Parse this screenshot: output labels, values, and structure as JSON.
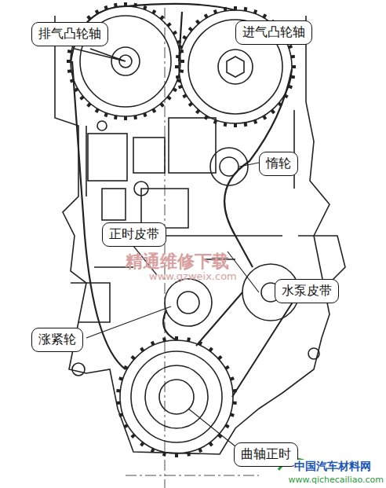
{
  "diagram": {
    "nodes": [
      {
        "text": [
          "排气凸轮轴"
        ]
      },
      {
        "text": [
          "进气凸轮轴"
        ]
      },
      {
        "text": [
          "惰轮"
        ]
      },
      {
        "text": [
          "正时皮带"
        ]
      },
      {
        "text": [
          "水泵皮带"
        ]
      },
      {
        "text": [
          "涨紧轮"
        ]
      },
      {
        "text": [
          "曲轴正时"
        ]
      }
    ],
    "labels": [
      "精通维修下载",
      "www.gzweix.com",
      "中国汽车材料网",
      "www.qichecailiao.com"
    ]
  }
}
